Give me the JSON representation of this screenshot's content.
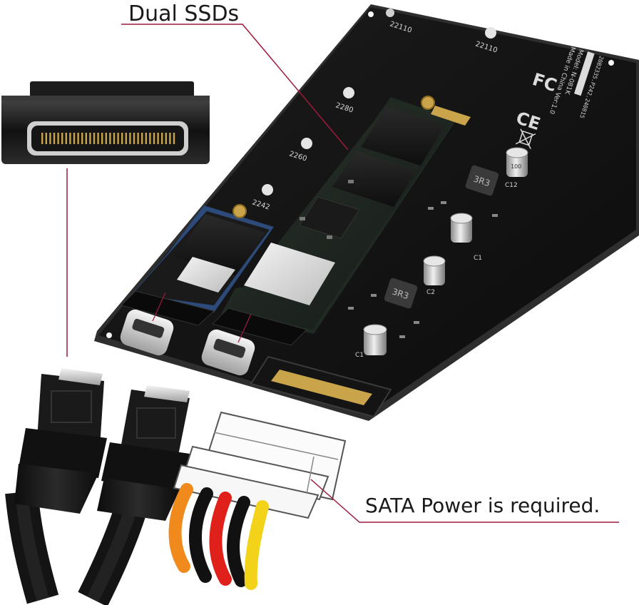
{
  "callouts": {
    "dual_ssds": "Dual SSDs",
    "sata_power": "SATA Power is required."
  },
  "silkscreen": {
    "pos_22110_a": "22110",
    "pos_22110_b": "22110",
    "pos_2280": "2280",
    "pos_2260": "2260",
    "pos_2242": "2242",
    "part_code": "20B2335.P242.240815",
    "model": "Model: N-081K",
    "made_in": "Made in China Ver:1.0",
    "inductor_1": "3R3",
    "inductor_2": "3R3",
    "cap_label_1": "C1",
    "cap_label_2": "C2",
    "cap_label_3": "C12",
    "cap_label_4": "C1",
    "cap_value": "100"
  },
  "colors": {
    "pcb": "#121212",
    "pcb_edge": "#2a2a2a",
    "ssd_green": "#1f2a22",
    "ssd_blue": "#2c4a7a",
    "gold": "#c9a44a",
    "callout_line": "#9b1b3b",
    "wire_orange": "#f08a1c",
    "wire_black": "#111111",
    "wire_red": "#e0201a",
    "wire_yellow": "#f3d21a",
    "cable_black": "#1a1a1a"
  },
  "icons": [
    "fcc-mark-icon",
    "ce-mark-icon",
    "recycle-bin-icon",
    "brand-logo-icon"
  ]
}
